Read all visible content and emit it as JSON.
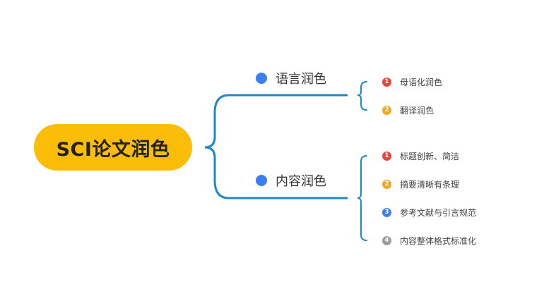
{
  "root": {
    "label": "SCI论文润色"
  },
  "branches": [
    {
      "label": "语言润色",
      "children": [
        {
          "num": "1",
          "text": "母语化润色"
        },
        {
          "num": "2",
          "text": "翻译润色"
        }
      ]
    },
    {
      "label": "内容润色",
      "children": [
        {
          "num": "1",
          "text": "标题创新、简洁"
        },
        {
          "num": "2",
          "text": "摘要清晰有条理"
        },
        {
          "num": "3",
          "text": "参考文献与引言规范"
        },
        {
          "num": "4",
          "text": "内容整体格式标准化"
        }
      ]
    }
  ],
  "colors": {
    "root_fill": "#fbbd08",
    "connector": "#1e88c8",
    "branch_dot": "#3b7ff2",
    "badge_red": "#e5483c",
    "badge_orange": "#f5a623",
    "badge_blue": "#3b7ff2",
    "badge_gray": "#9b9b9b"
  }
}
